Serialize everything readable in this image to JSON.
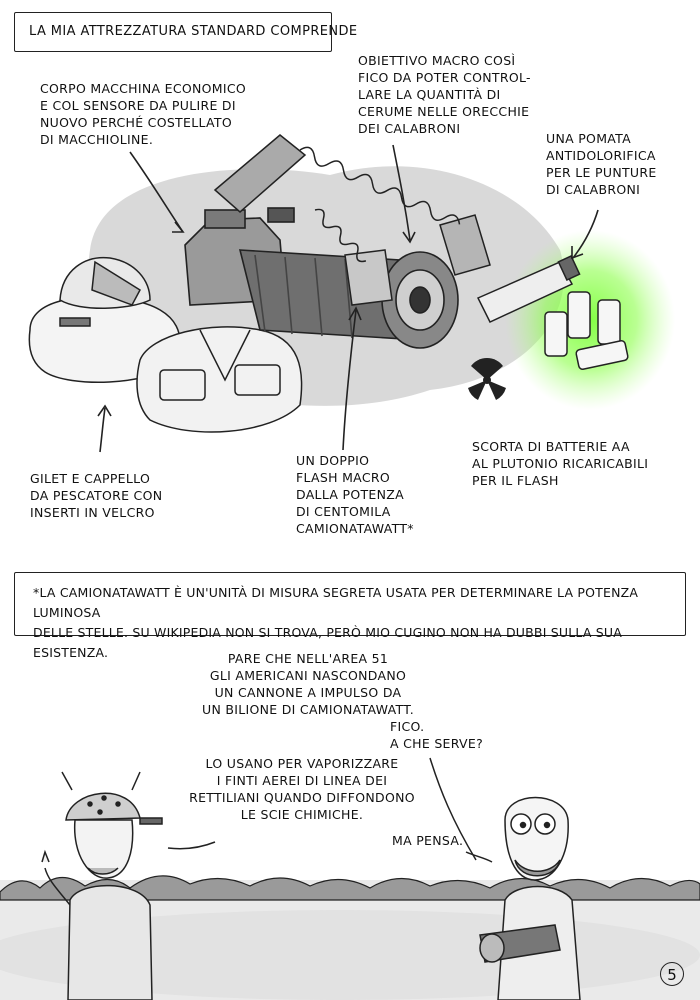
{
  "panel_top": {
    "title": "LA MIA ATTREZZATURA STANDARD COMPRENDE",
    "captions": {
      "camera_body": "CORPO MACCHINA ECONOMICO\nE COL SENSORE DA PULIRE DI\nNUOVO PERCHÉ COSTELLATO\nDI MACCHIOLINE.",
      "macro_lens": "OBIETTIVO MACRO COSÌ\nFICO DA POTER CONTROL-\nLARE LA QUANTITÀ DI\nCERUME NELLE ORECCHIE\nDEI CALABRONI",
      "ointment": "UNA POMATA\nANTIDOLORIFICA\nPER LE PUNTURE\nDI CALABRONI",
      "vest_hat": "GILET E CAPPELLO\nDA PESCATORE CON\nINSERTI IN VELCRO",
      "flash": "UN DOPPIO\nFLASH MACRO\nDALLA POTENZA\nDI CENTOMILA\nCAMIONATAWATT*",
      "batteries": "SCORTA DI BATTERIE AA\nAL PLUTONIO RICARICABILI\nPER IL FLASH"
    }
  },
  "footnote": "*LA CAMIONATAWATT È UN'UNITÀ DI MISURA SEGRETA USATA PER DETERMINARE LA POTENZA LUMINOSA\nDELLE STELLE. SU WIKIPEDIA NON SI TROVA, PERÒ MIO CUGINO NON HA DUBBI SULLA SUA ESISTENZA.",
  "panel_bottom": {
    "speech": {
      "area51": "PARE CHE NELL'AREA 51\nGLI AMERICANI NASCONDANO\nUN CANNONE A IMPULSO DA\nUN BILIONE DI CAMIONATAWATT.",
      "vaporize": "LO USANO PER VAPORIZZARE\nI FINTI AEREI DI LINEA DEI\nRETTILIANI QUANDO DIFFONDONO\nLE SCIE CHIMICHE.",
      "fico": "FICO.\nA CHE SERVE?",
      "ma_pensa": "MA PENSA."
    }
  },
  "page_number": "5",
  "colors": {
    "ink": "#111111",
    "shadow": "#d6d6d6",
    "plutonium_glow": "#7dff3a",
    "sky": "#f2f2f2",
    "ground": "#e6e6e6"
  }
}
